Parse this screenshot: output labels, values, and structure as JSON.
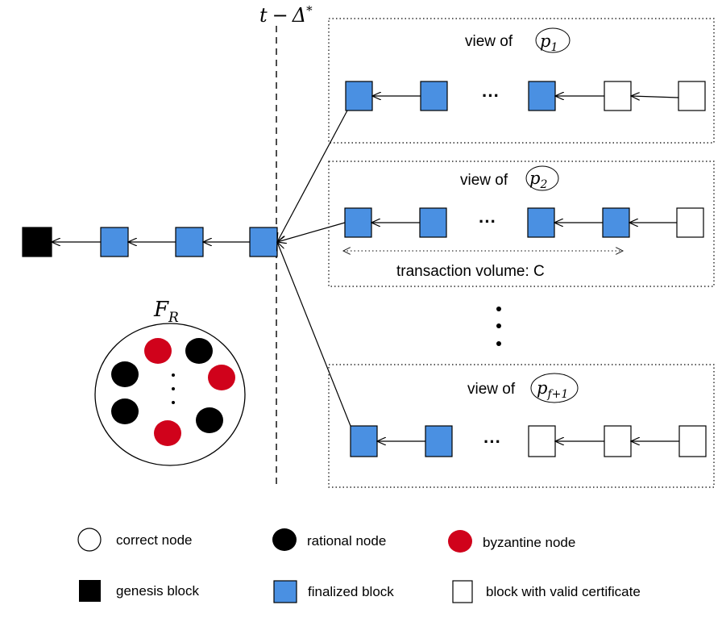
{
  "cutoff_label": {
    "t": "t",
    "minus": "−",
    "delta": "Δ",
    "star": "*"
  },
  "committee_label": {
    "main": "F",
    "sub": "R"
  },
  "views": [
    {
      "prefix": "view of",
      "node": "p",
      "sub": "1"
    },
    {
      "prefix": "view of",
      "node": "p",
      "sub": "2"
    },
    {
      "prefix": "view of",
      "node": "p",
      "sub": "f+1"
    }
  ],
  "ellipsis": "···",
  "transaction_volume": "transaction volume: C",
  "legend": {
    "correct_node": "correct node",
    "rational_node": "rational node",
    "byzantine_node": "byzantine node",
    "genesis_block": "genesis block",
    "finalized_block": "finalized block",
    "certified_block": "block with valid certificate"
  },
  "colors": {
    "finalized": "#4a90e2",
    "byzantine": "#d0021b",
    "rational": "#000000",
    "genesis": "#000000",
    "certified": "#ffffff"
  }
}
